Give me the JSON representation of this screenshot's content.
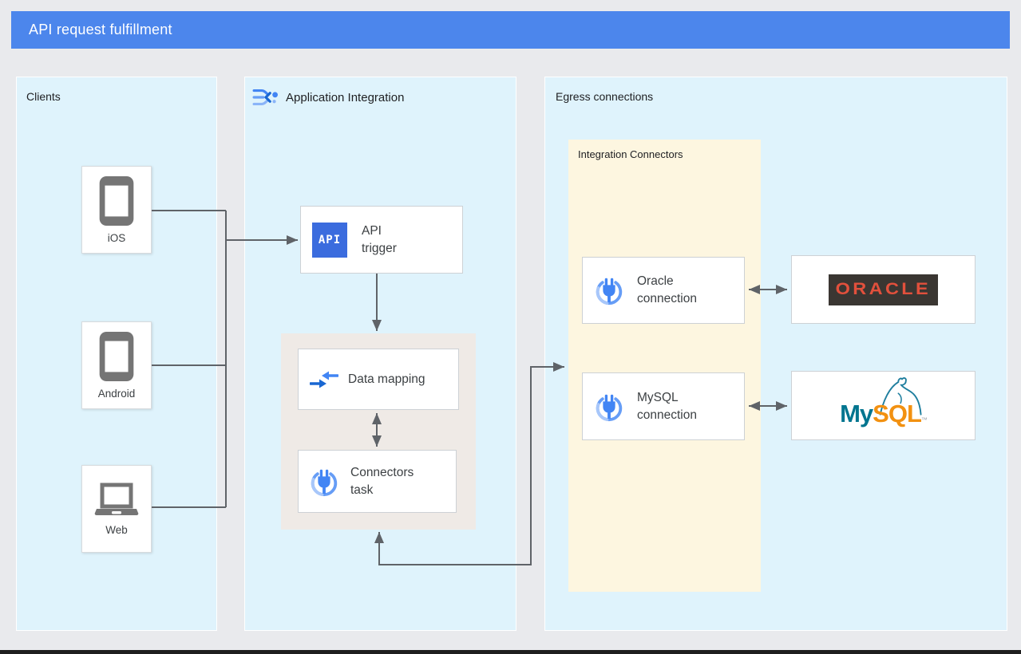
{
  "header": {
    "title": "API request fulfillment"
  },
  "colors": {
    "header_bg": "#4C86EC",
    "zone_blue": "#DFF3FC",
    "subzone_gray": "#EFEAE6",
    "subzone_yellow": "#FDF6E0",
    "arrow_gray": "#5F6368",
    "api_chip_blue": "#3B6CDE",
    "oracle_plate": "#3A3632",
    "oracle_red": "#E2503C",
    "mysql_teal": "#00758F",
    "mysql_orange": "#F29111",
    "device_icon_gray": "#757575"
  },
  "clients": {
    "label": "Clients",
    "items": [
      {
        "label": "iOS",
        "icon": "smartphone-icon"
      },
      {
        "label": "Android",
        "icon": "smartphone-icon"
      },
      {
        "label": "Web",
        "icon": "laptop-icon"
      }
    ]
  },
  "application_integration": {
    "label": "Application Integration",
    "api_trigger": {
      "icon_text": "API",
      "label": "API\ntrigger"
    },
    "data_mapping": {
      "label": "Data mapping"
    },
    "connectors_task": {
      "label": "Connectors\ntask"
    }
  },
  "egress": {
    "label": "Egress connections",
    "integration_connectors": {
      "label": "Integration Connectors",
      "oracle_connection": {
        "label": "Oracle\nconnection"
      },
      "mysql_connection": {
        "label": "MySQL\nconnection"
      }
    },
    "oracle_logo": {
      "text": "ORACLE"
    },
    "mysql_logo": {
      "my": "My",
      "sql": "SQL",
      "tm": "™"
    }
  }
}
